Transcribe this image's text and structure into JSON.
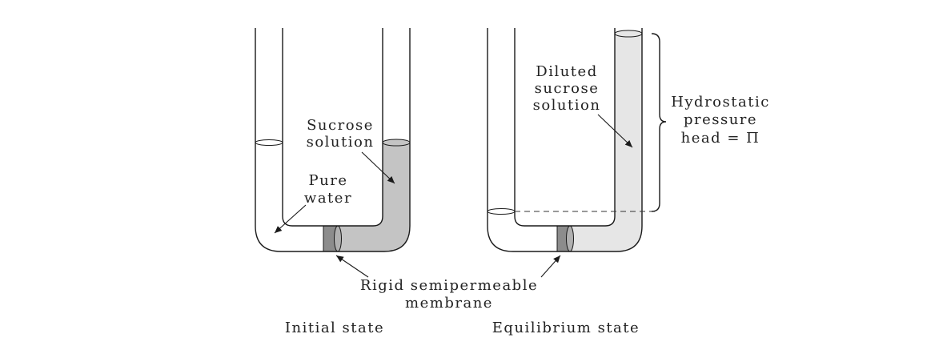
{
  "colors": {
    "stroke": "#1a1a1a",
    "sucrose_solution": "#c4c4c4",
    "diluted_solution": "#e6e6e6",
    "membrane": "#8c8c8c",
    "text": "#222222"
  },
  "labels": {
    "sucrose_solution": [
      "Sucrose",
      "solution"
    ],
    "pure_water": [
      "Pure",
      "water"
    ],
    "diluted_solution": [
      "Diluted",
      "sucrose",
      "solution"
    ],
    "hydrostatic": [
      "Hydrostatic",
      "pressure",
      "head = Π"
    ],
    "membrane": [
      "Rigid semipermeable",
      "membrane"
    ],
    "initial_state": "Initial state",
    "equilibrium_state": "Equilibrium state"
  }
}
